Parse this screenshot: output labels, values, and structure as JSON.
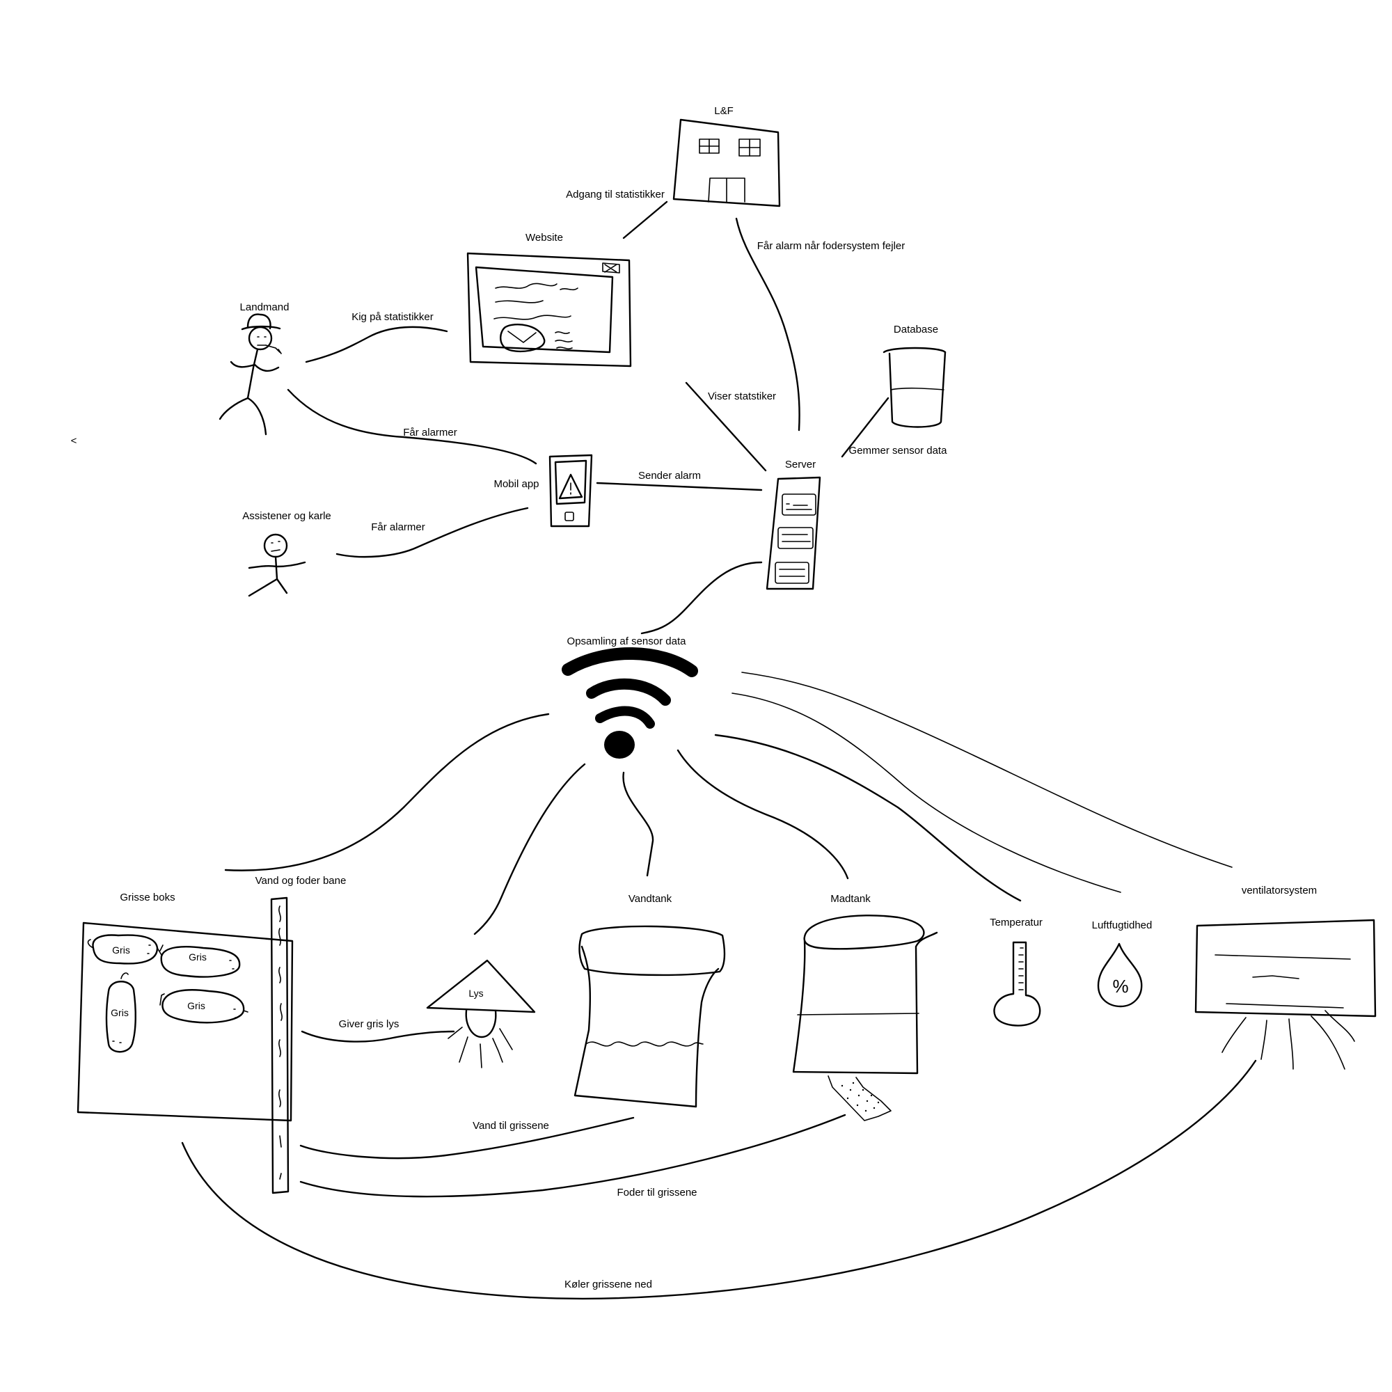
{
  "nodes": {
    "lf": "L&F",
    "website": "Website",
    "landmand": "Landmand",
    "database": "Database",
    "server": "Server",
    "mobil_app": "Mobil app",
    "assistener": "Assistener og karle",
    "opsamling": "Opsamling af sensor data",
    "grisse_boks": "Grisse boks",
    "vand_foder_bane": "Vand og foder bane",
    "vandtank": "Vandtank",
    "madtank": "Madtank",
    "temperatur": "Temperatur",
    "luftfugtighed": "Luftfugtidhed",
    "ventilator": "ventilatorsystem",
    "lys": "Lys",
    "gris": "Gris",
    "percent_symbol": "%",
    "stray_mark": "<"
  },
  "edges": {
    "adgang": "Adgang til statistikker",
    "far_alarm_foder": "Får alarm når fodersystem fejler",
    "kig": "Kig på statistikker",
    "viser": "Viser statstiker",
    "gemmer": "Gemmer sensor data",
    "far_alarmer_1": "Får alarmer",
    "sender_alarm": "Sender alarm",
    "far_alarmer_2": "Får alarmer",
    "giver_lys": "Giver gris lys",
    "vand_til": "Vand til grissene",
    "foder_til": "Foder til grissene",
    "koeler": "Køler grissene ned"
  }
}
